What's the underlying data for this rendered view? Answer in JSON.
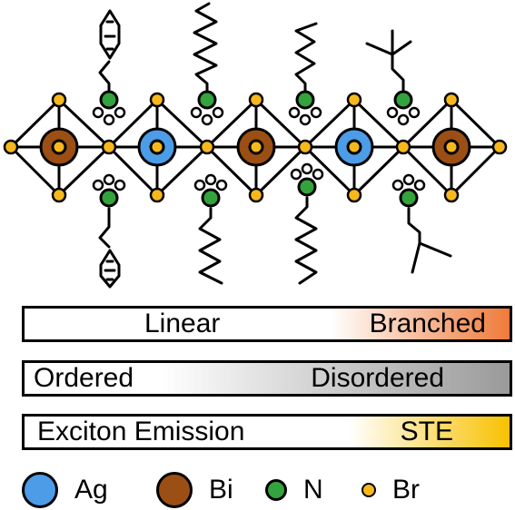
{
  "colors": {
    "ag": "#4c9ce8",
    "bi": "#9b4f14",
    "n": "#33a33d",
    "br": "#f6b81c",
    "branched": "#ef7a3a",
    "disordered": "#9a9a9a",
    "ste": "#f8c100"
  },
  "bars": {
    "linear": {
      "left": "Linear",
      "right": "Branched"
    },
    "ordered": {
      "left": "Ordered",
      "right": "Disordered"
    },
    "exciton": {
      "left": "Exciton Emission",
      "right": "STE"
    }
  },
  "legend": {
    "ag": "Ag",
    "bi": "Bi",
    "n": "N",
    "br": "Br"
  }
}
